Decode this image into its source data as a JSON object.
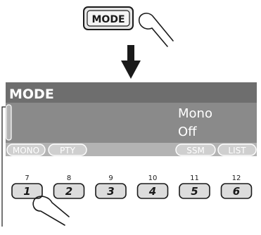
{
  "mode_button": {
    "label": "MODE"
  },
  "display": {
    "header": "MODE",
    "line1": "Mono",
    "line2": "Off",
    "soft_buttons": [
      "MONO",
      "PTY",
      "SSM",
      "LIST"
    ]
  },
  "preset_buttons": [
    {
      "number": "7",
      "label": "1"
    },
    {
      "number": "8",
      "label": "2"
    },
    {
      "number": "9",
      "label": "3"
    },
    {
      "number": "10",
      "label": "4"
    },
    {
      "number": "11",
      "label": "5"
    },
    {
      "number": "12",
      "label": "6"
    }
  ],
  "colors": {
    "display_dark": "#6e6e6e",
    "display_light": "#8a8a8a",
    "soft_bar": "#b3b3b3",
    "text_light": "#ffffff",
    "ink": "#1a1a1a"
  }
}
